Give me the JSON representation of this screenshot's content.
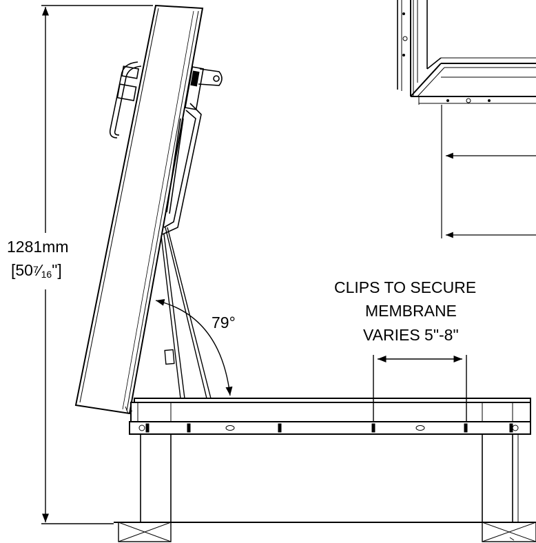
{
  "dimensions": {
    "height_mm": "1281mm",
    "height_in_whole_prefix": "[50",
    "height_in_numerator": "7",
    "height_in_slash": "⁄",
    "height_in_denominator": "16",
    "height_in_suffix": "\"]",
    "open_angle": "79°"
  },
  "notes": {
    "line1": "CLIPS TO SECURE",
    "line2": "MEMBRANE",
    "line3": "VARIES 5\"-8\""
  }
}
